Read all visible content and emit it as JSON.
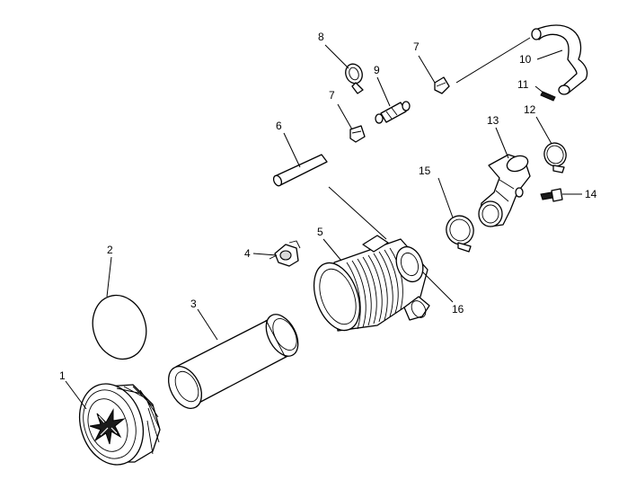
{
  "callouts": [
    {
      "id": "c1",
      "text": "1"
    },
    {
      "id": "c2",
      "text": "2"
    },
    {
      "id": "c3",
      "text": "3"
    },
    {
      "id": "c4",
      "text": "4"
    },
    {
      "id": "c5",
      "text": "5"
    },
    {
      "id": "c6",
      "text": "6"
    },
    {
      "id": "c7a",
      "text": "7"
    },
    {
      "id": "c7b",
      "text": "7"
    },
    {
      "id": "c8",
      "text": "8"
    },
    {
      "id": "c9",
      "text": "9"
    },
    {
      "id": "c10",
      "text": "10"
    },
    {
      "id": "c11",
      "text": "11"
    },
    {
      "id": "c12",
      "text": "12"
    },
    {
      "id": "c13",
      "text": "13"
    },
    {
      "id": "c14",
      "text": "14"
    },
    {
      "id": "c15",
      "text": "15"
    },
    {
      "id": "c16",
      "text": "16"
    }
  ]
}
